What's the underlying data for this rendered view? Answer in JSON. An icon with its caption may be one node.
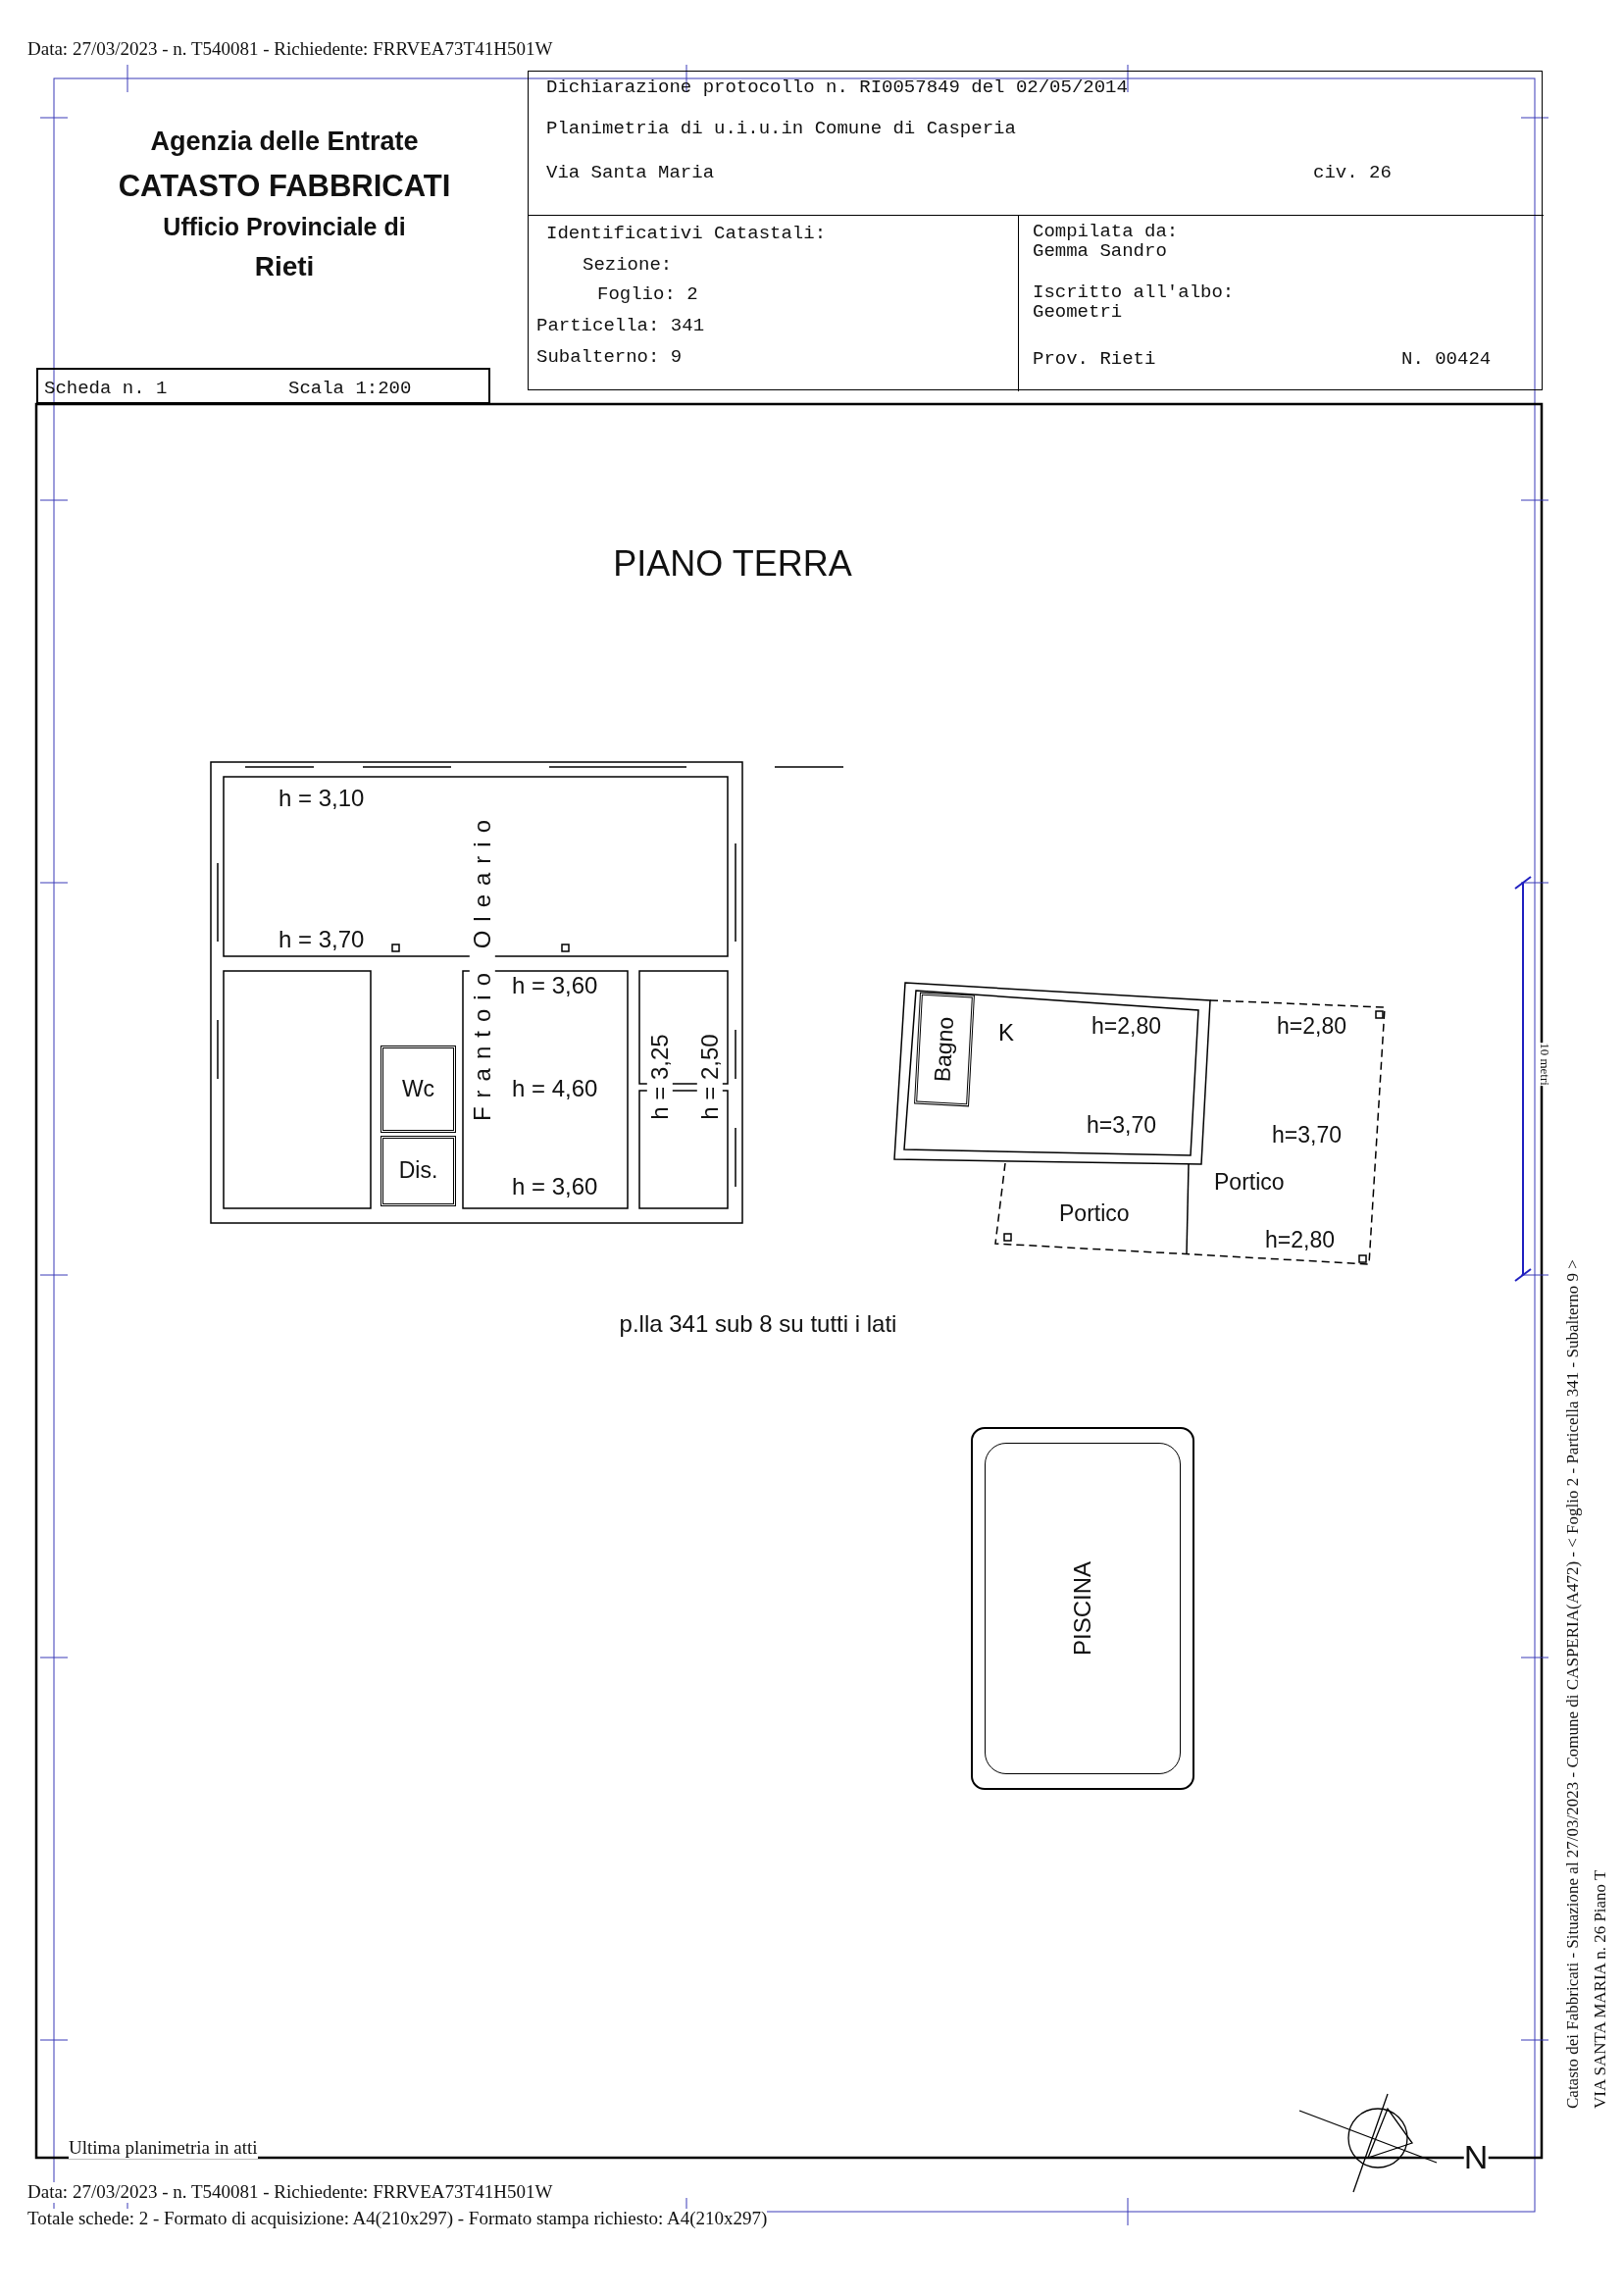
{
  "diagram": {
    "title": "PIANO TERRA",
    "nodes": [
      {
        "text": [
          "Dichiarazione protocollo n. RI0057849 del 02/05/2014",
          "Planimetria di u.i.u.in Comune di Casperia",
          "Via Santa Maria",
          "civ. 26"
        ]
      },
      {
        "text": [
          "Identificativi Catastali:",
          "Sezione:",
          "Foglio: 2",
          "Particella: 341",
          "Subalterno: 9"
        ],
        "in": 0
      },
      {
        "text": [
          "Compilata da:",
          "Gemma Sandro",
          "Iscritto all'albo:",
          "Geometri",
          "Prov. Rieti",
          "N. 00424"
        ],
        "in": 0
      },
      {
        "text": [
          "Scheda n. 1",
          "Scala 1:200"
        ]
      },
      {
        "text": [
          "Wc"
        ]
      },
      {
        "text": [
          "Dis."
        ]
      },
      {
        "text": [
          "Bagno"
        ]
      },
      {
        "text": [
          "PISCINA"
        ]
      }
    ],
    "labels": [
      "Data: 27/03/2023 - n. T540081 - Richiedente: FRRVEA73T41H501W",
      "Agenzia delle Entrate",
      "CATASTO FABBRICATI",
      "Ufficio Provinciale di",
      "Rieti",
      "h = 3,10",
      "h = 3,70",
      "Frantoio Oleario",
      "h = 3,60",
      "h = 4,60",
      "h = 3,25",
      "h = 2,50",
      "h = 3,60",
      "K",
      "h=2,80",
      "h=2,80",
      "h=3,70",
      "h=3,70",
      "Portico",
      "Portico",
      "h=2,80",
      "p.lla 341 sub 8 su tutti i lati",
      "10 metri",
      "Catasto dei Fabbricati - Situazione al 27/03/2023 - Comune di CASPERIA(A472) - < Foglio 2 - Particella 341 - Subalterno 9 >",
      "VIA SANTA MARIA n. 26 Piano T",
      "Ultima planimetria in atti",
      "Data: 27/03/2023 - n. T540081 - Richiedente: FRRVEA73T41H501W",
      "Totale schede: 2 - Formato di acquisizione: A4(210x297) - Formato stampa richiesto: A4(210x297)",
      "N"
    ]
  }
}
